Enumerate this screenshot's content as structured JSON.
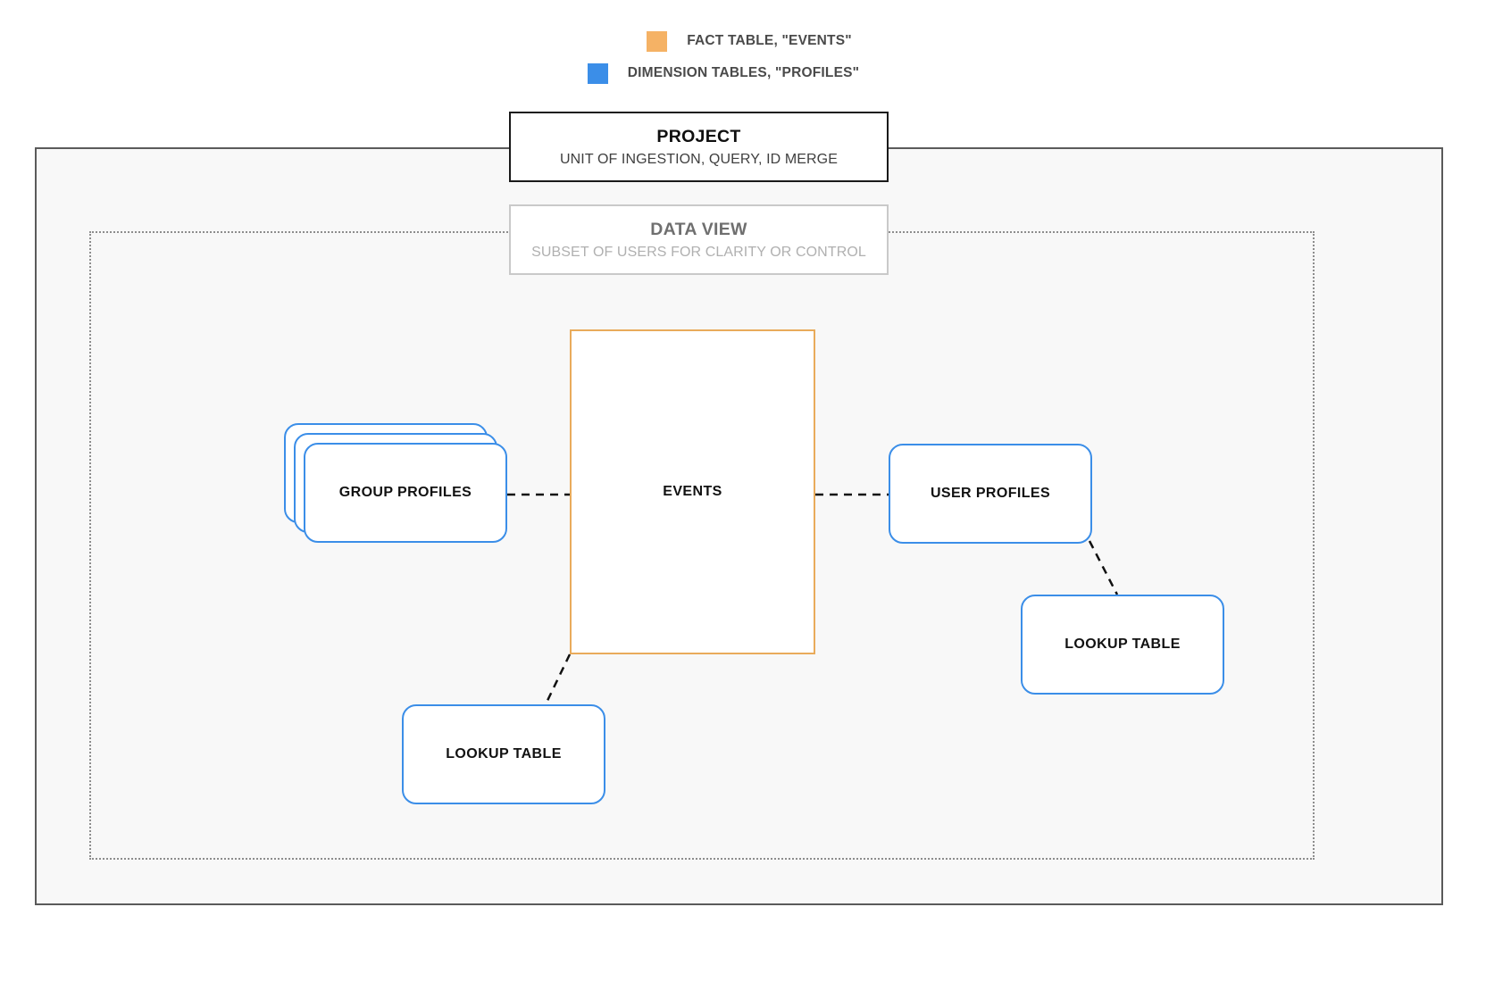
{
  "legend": {
    "items": [
      {
        "swatch_color": "#f5b265",
        "label": "FACT TABLE, \"EVENTS\"",
        "icon": "square-swatch-icon"
      },
      {
        "swatch_color": "#3b8ee8",
        "label": "DIMENSION TABLES, \"PROFILES\"",
        "icon": "square-swatch-icon"
      }
    ]
  },
  "project": {
    "title": "PROJECT",
    "subtitle": "UNIT OF INGESTION, QUERY, ID MERGE"
  },
  "data_view": {
    "title": "DATA VIEW",
    "subtitle": "SUBSET OF USERS FOR CLARITY OR CONTROL"
  },
  "nodes": {
    "events": {
      "label": "EVENTS",
      "type": "fact",
      "color": "#e9ab5b"
    },
    "group_profiles": {
      "label": "GROUP PROFILES",
      "type": "dimension",
      "color": "#3b8ee8",
      "stack_count": 3
    },
    "user_profiles": {
      "label": "USER PROFILES",
      "type": "dimension",
      "color": "#3b8ee8"
    },
    "lookup_table_left": {
      "label": "LOOKUP TABLE",
      "type": "dimension",
      "color": "#3b8ee8"
    },
    "lookup_table_right": {
      "label": "LOOKUP TABLE",
      "type": "dimension",
      "color": "#3b8ee8"
    }
  },
  "connectors": [
    {
      "from": "group_profiles",
      "to": "events",
      "style": "dashed"
    },
    {
      "from": "events",
      "to": "user_profiles",
      "style": "dashed"
    },
    {
      "from": "events",
      "to": "lookup_table_left",
      "style": "dashed"
    },
    {
      "from": "user_profiles",
      "to": "lookup_table_right",
      "style": "dashed"
    }
  ],
  "colors": {
    "fact": "#e9ab5b",
    "dimension": "#3b8ee8",
    "outer_border": "#5a5a5a",
    "inner_border": "#8d8d8d",
    "canvas": "#f8f8f8"
  }
}
